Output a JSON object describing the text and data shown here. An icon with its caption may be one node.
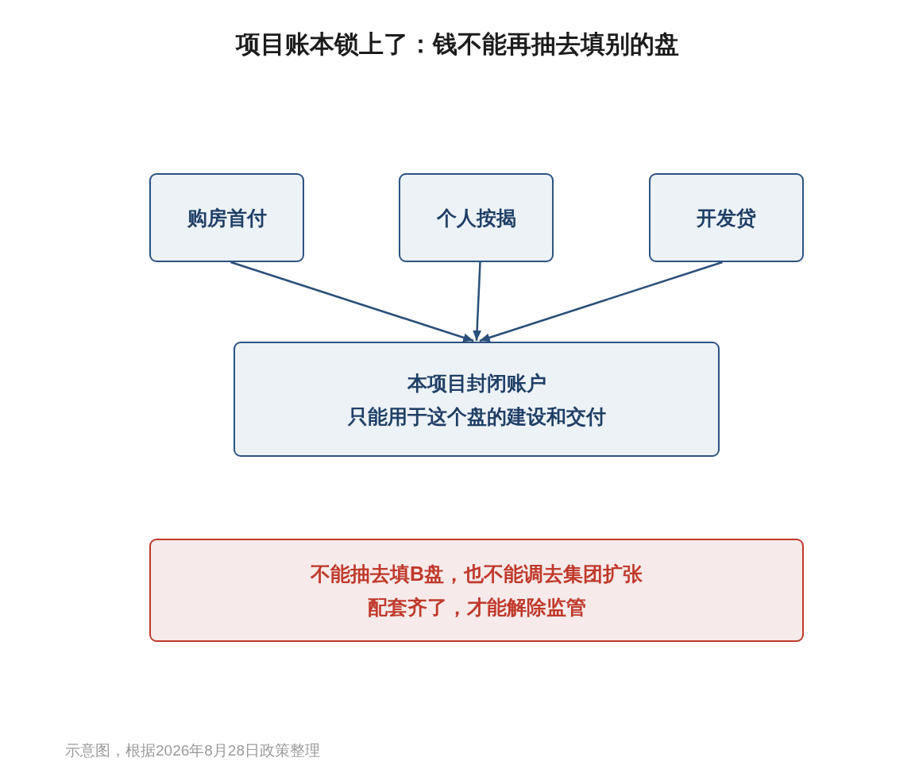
{
  "diagram": {
    "title": "项目账本锁上了：钱不能再抽去填别的盘",
    "nodes": [
      {
        "text": [
          "购房首付"
        ]
      },
      {
        "text": [
          "个人按揭"
        ]
      },
      {
        "text": [
          "开发贷"
        ]
      },
      {
        "text": [
          "本项目封闭账户",
          "只能用于这个盘的建设和交付"
        ]
      },
      {
        "text": [
          "不能抽去填B盘，也不能调去集团扩张",
          "配套齐了，才能解除监管"
        ]
      }
    ],
    "edges": [
      {
        "from": 0,
        "to": 3,
        "arrow": "to"
      },
      {
        "from": 1,
        "to": 3,
        "arrow": "to"
      },
      {
        "from": 2,
        "to": 3,
        "arrow": "to"
      }
    ],
    "labels": [
      "示意图，根据2026年8月28日政策整理"
    ]
  }
}
